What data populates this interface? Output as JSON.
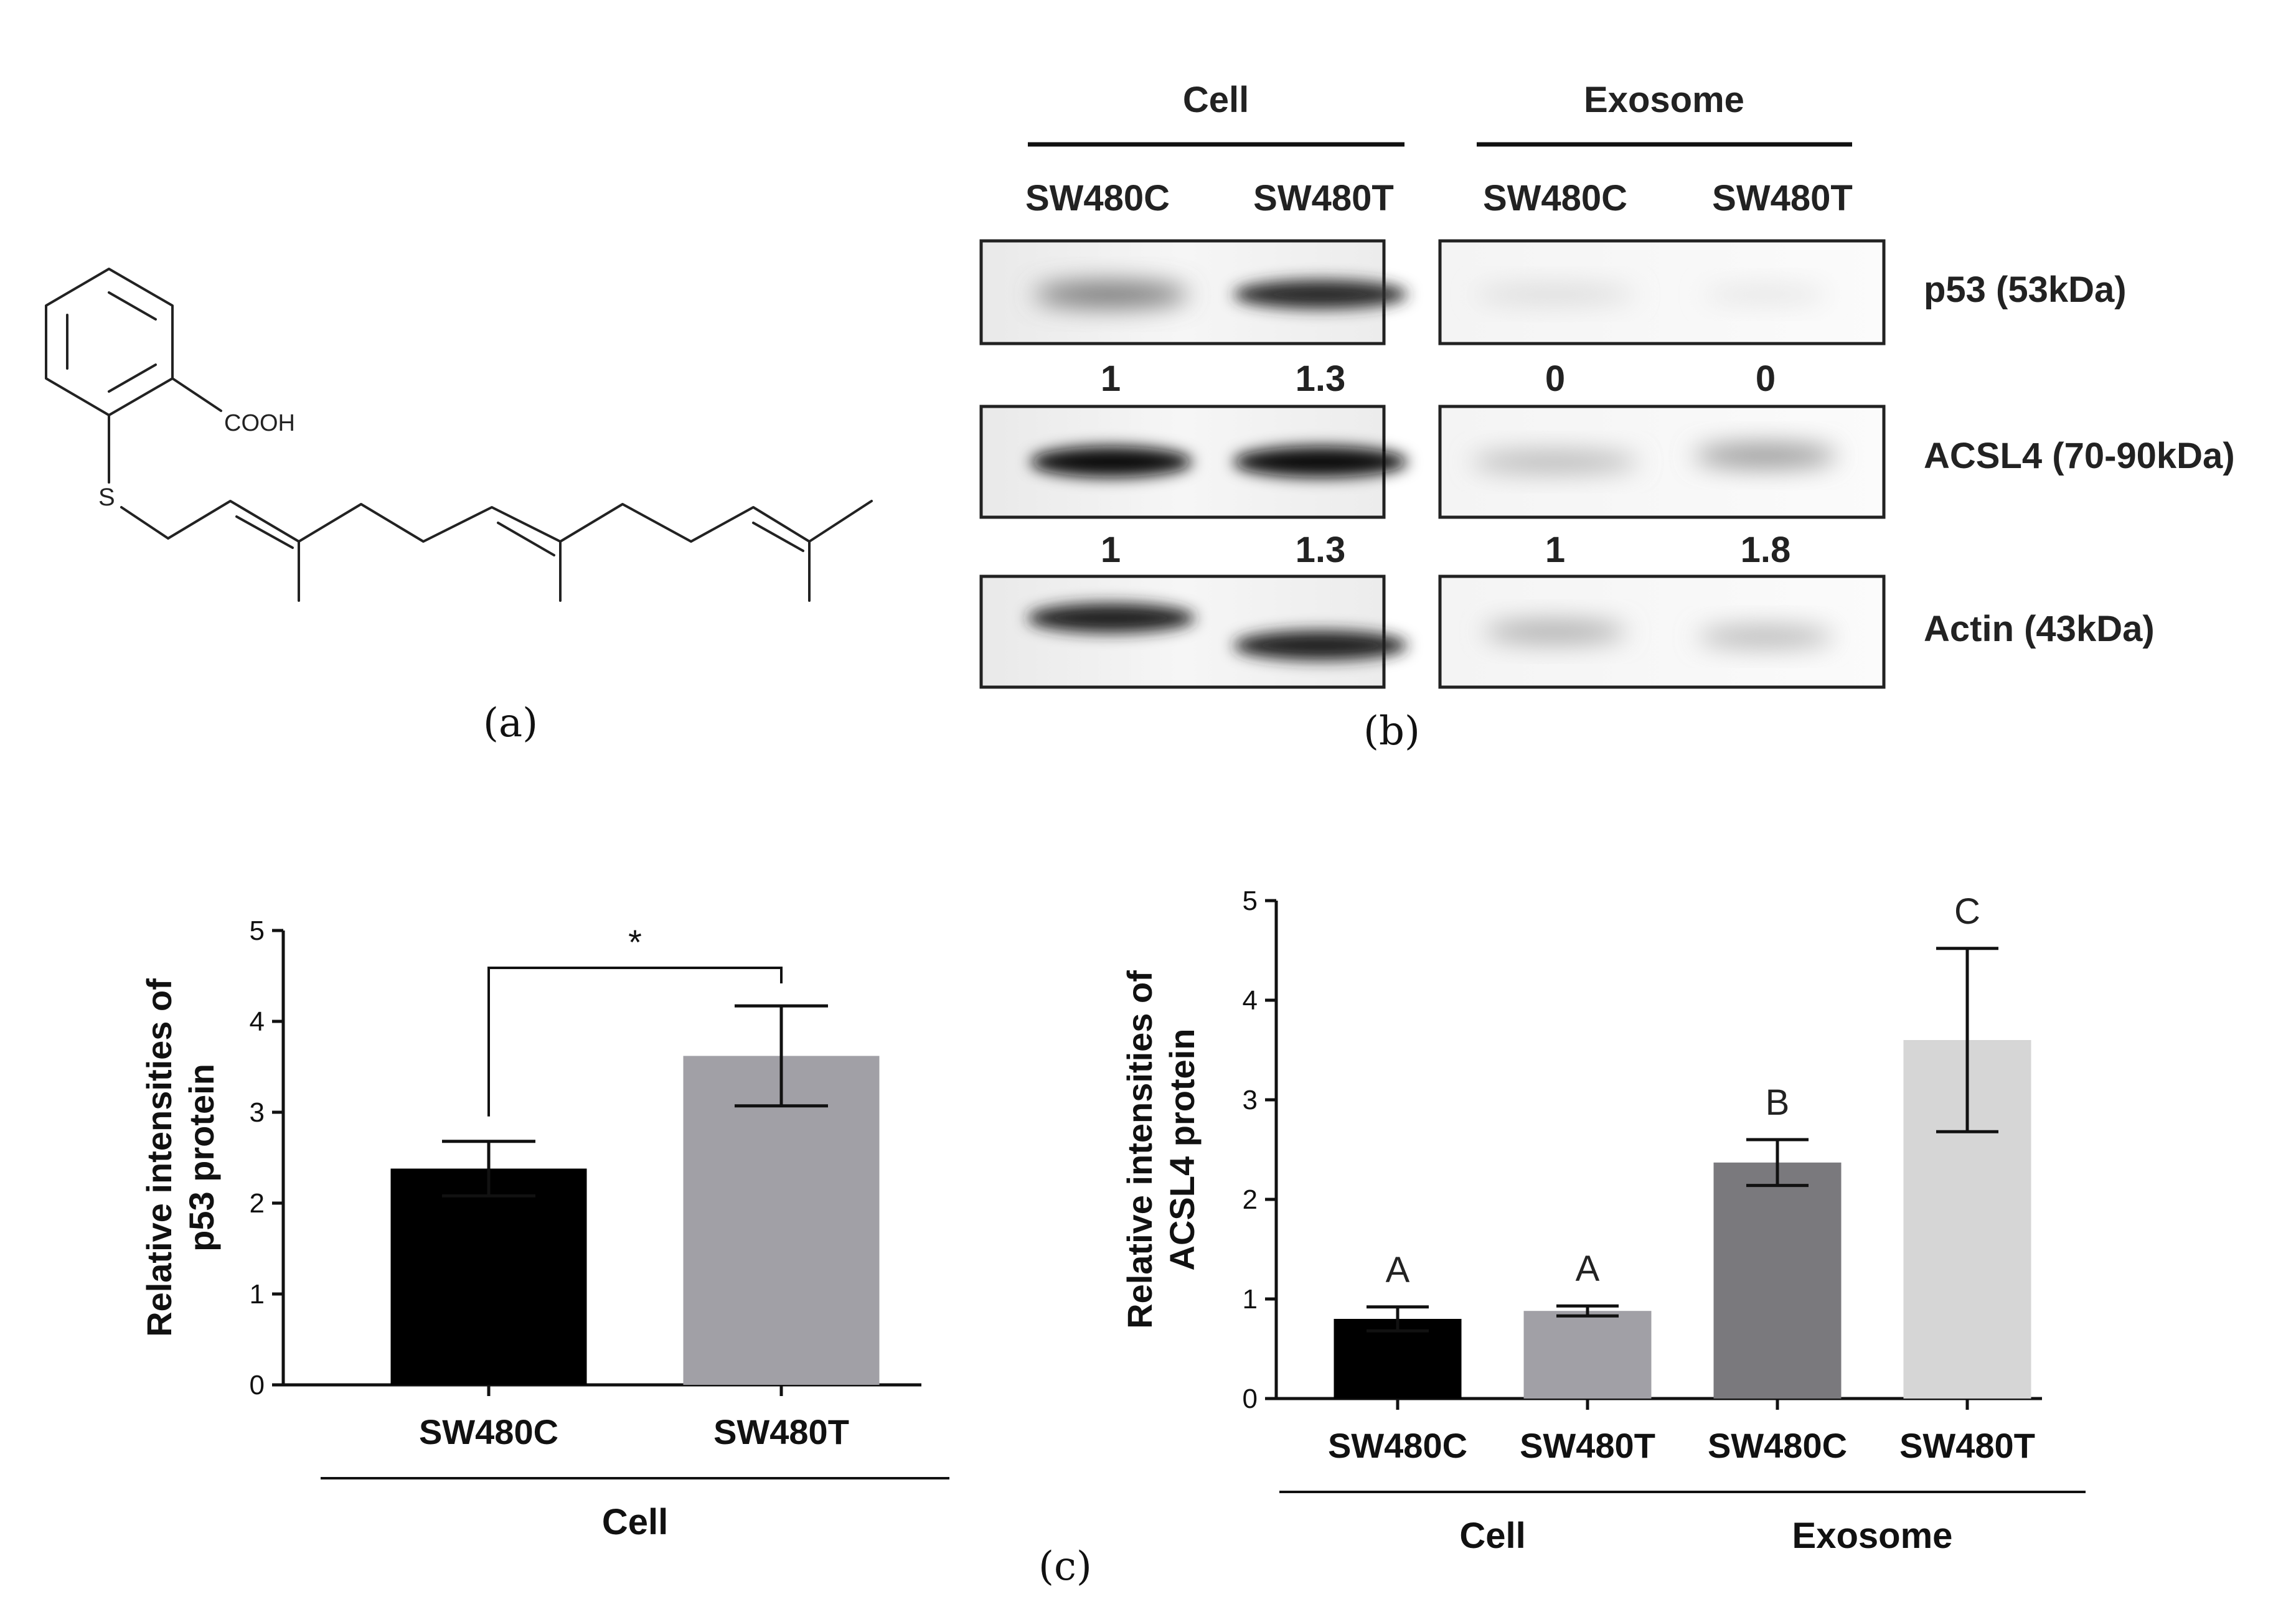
{
  "panel_a": {
    "caption": "(a)",
    "cooh": "COOH",
    "s": "S"
  },
  "panel_b": {
    "caption": "(b)",
    "groups": [
      "Cell",
      "Exosome"
    ],
    "lanes": [
      "SW480C",
      "SW480T",
      "SW480C",
      "SW480T"
    ],
    "rows": [
      {
        "label": "p53 (53kDa)",
        "intensity": [
          0.55,
          0.85,
          0.08,
          0.03
        ]
      },
      {
        "label": "ACSL4 (70-90kDa)",
        "intensity": [
          1.0,
          1.0,
          0.25,
          0.4
        ]
      },
      {
        "label": "Actin (43kDa)",
        "intensity": [
          0.9,
          0.9,
          0.3,
          0.25
        ]
      }
    ],
    "quant_rows": [
      [
        "1",
        "1.3",
        "0",
        "0"
      ],
      [
        "1",
        "1.3",
        "1",
        "1.8"
      ]
    ]
  },
  "panel_c": {
    "caption": "(c)"
  },
  "chart_data": [
    {
      "type": "bar",
      "categories": [
        "SW480C",
        "SW480T"
      ],
      "values": [
        2.38,
        3.62
      ],
      "errors": [
        0.3,
        0.55
      ],
      "colors": [
        "#000000",
        "#a1a0a6"
      ],
      "ylabel": [
        "Relative intensities of",
        "p53 protein"
      ],
      "ylim": [
        0,
        5
      ],
      "yticks": [
        "0",
        "1",
        "2",
        "3",
        "4",
        "5"
      ],
      "annotation": "*",
      "groups": [
        {
          "label": "Cell",
          "span": [
            0,
            1
          ]
        }
      ]
    },
    {
      "type": "bar",
      "categories": [
        "SW480C",
        "SW480T",
        "SW480C",
        "SW480T"
      ],
      "values": [
        0.8,
        0.88,
        2.37,
        3.6
      ],
      "errors": [
        0.12,
        0.05,
        0.23,
        0.92
      ],
      "letters": [
        "A",
        "A",
        "B",
        "C"
      ],
      "colors": [
        "#000000",
        "#a1a0a6",
        "#7a797d",
        "#d6d6d6"
      ],
      "ylabel": [
        "Relative intensities of",
        "ACSL4 protein"
      ],
      "ylim": [
        0,
        5
      ],
      "yticks": [
        "0",
        "1",
        "2",
        "3",
        "4",
        "5"
      ],
      "groups": [
        {
          "label": "Cell",
          "span": [
            0,
            1
          ]
        },
        {
          "label": "Exosome",
          "span": [
            2,
            3
          ]
        }
      ]
    }
  ]
}
